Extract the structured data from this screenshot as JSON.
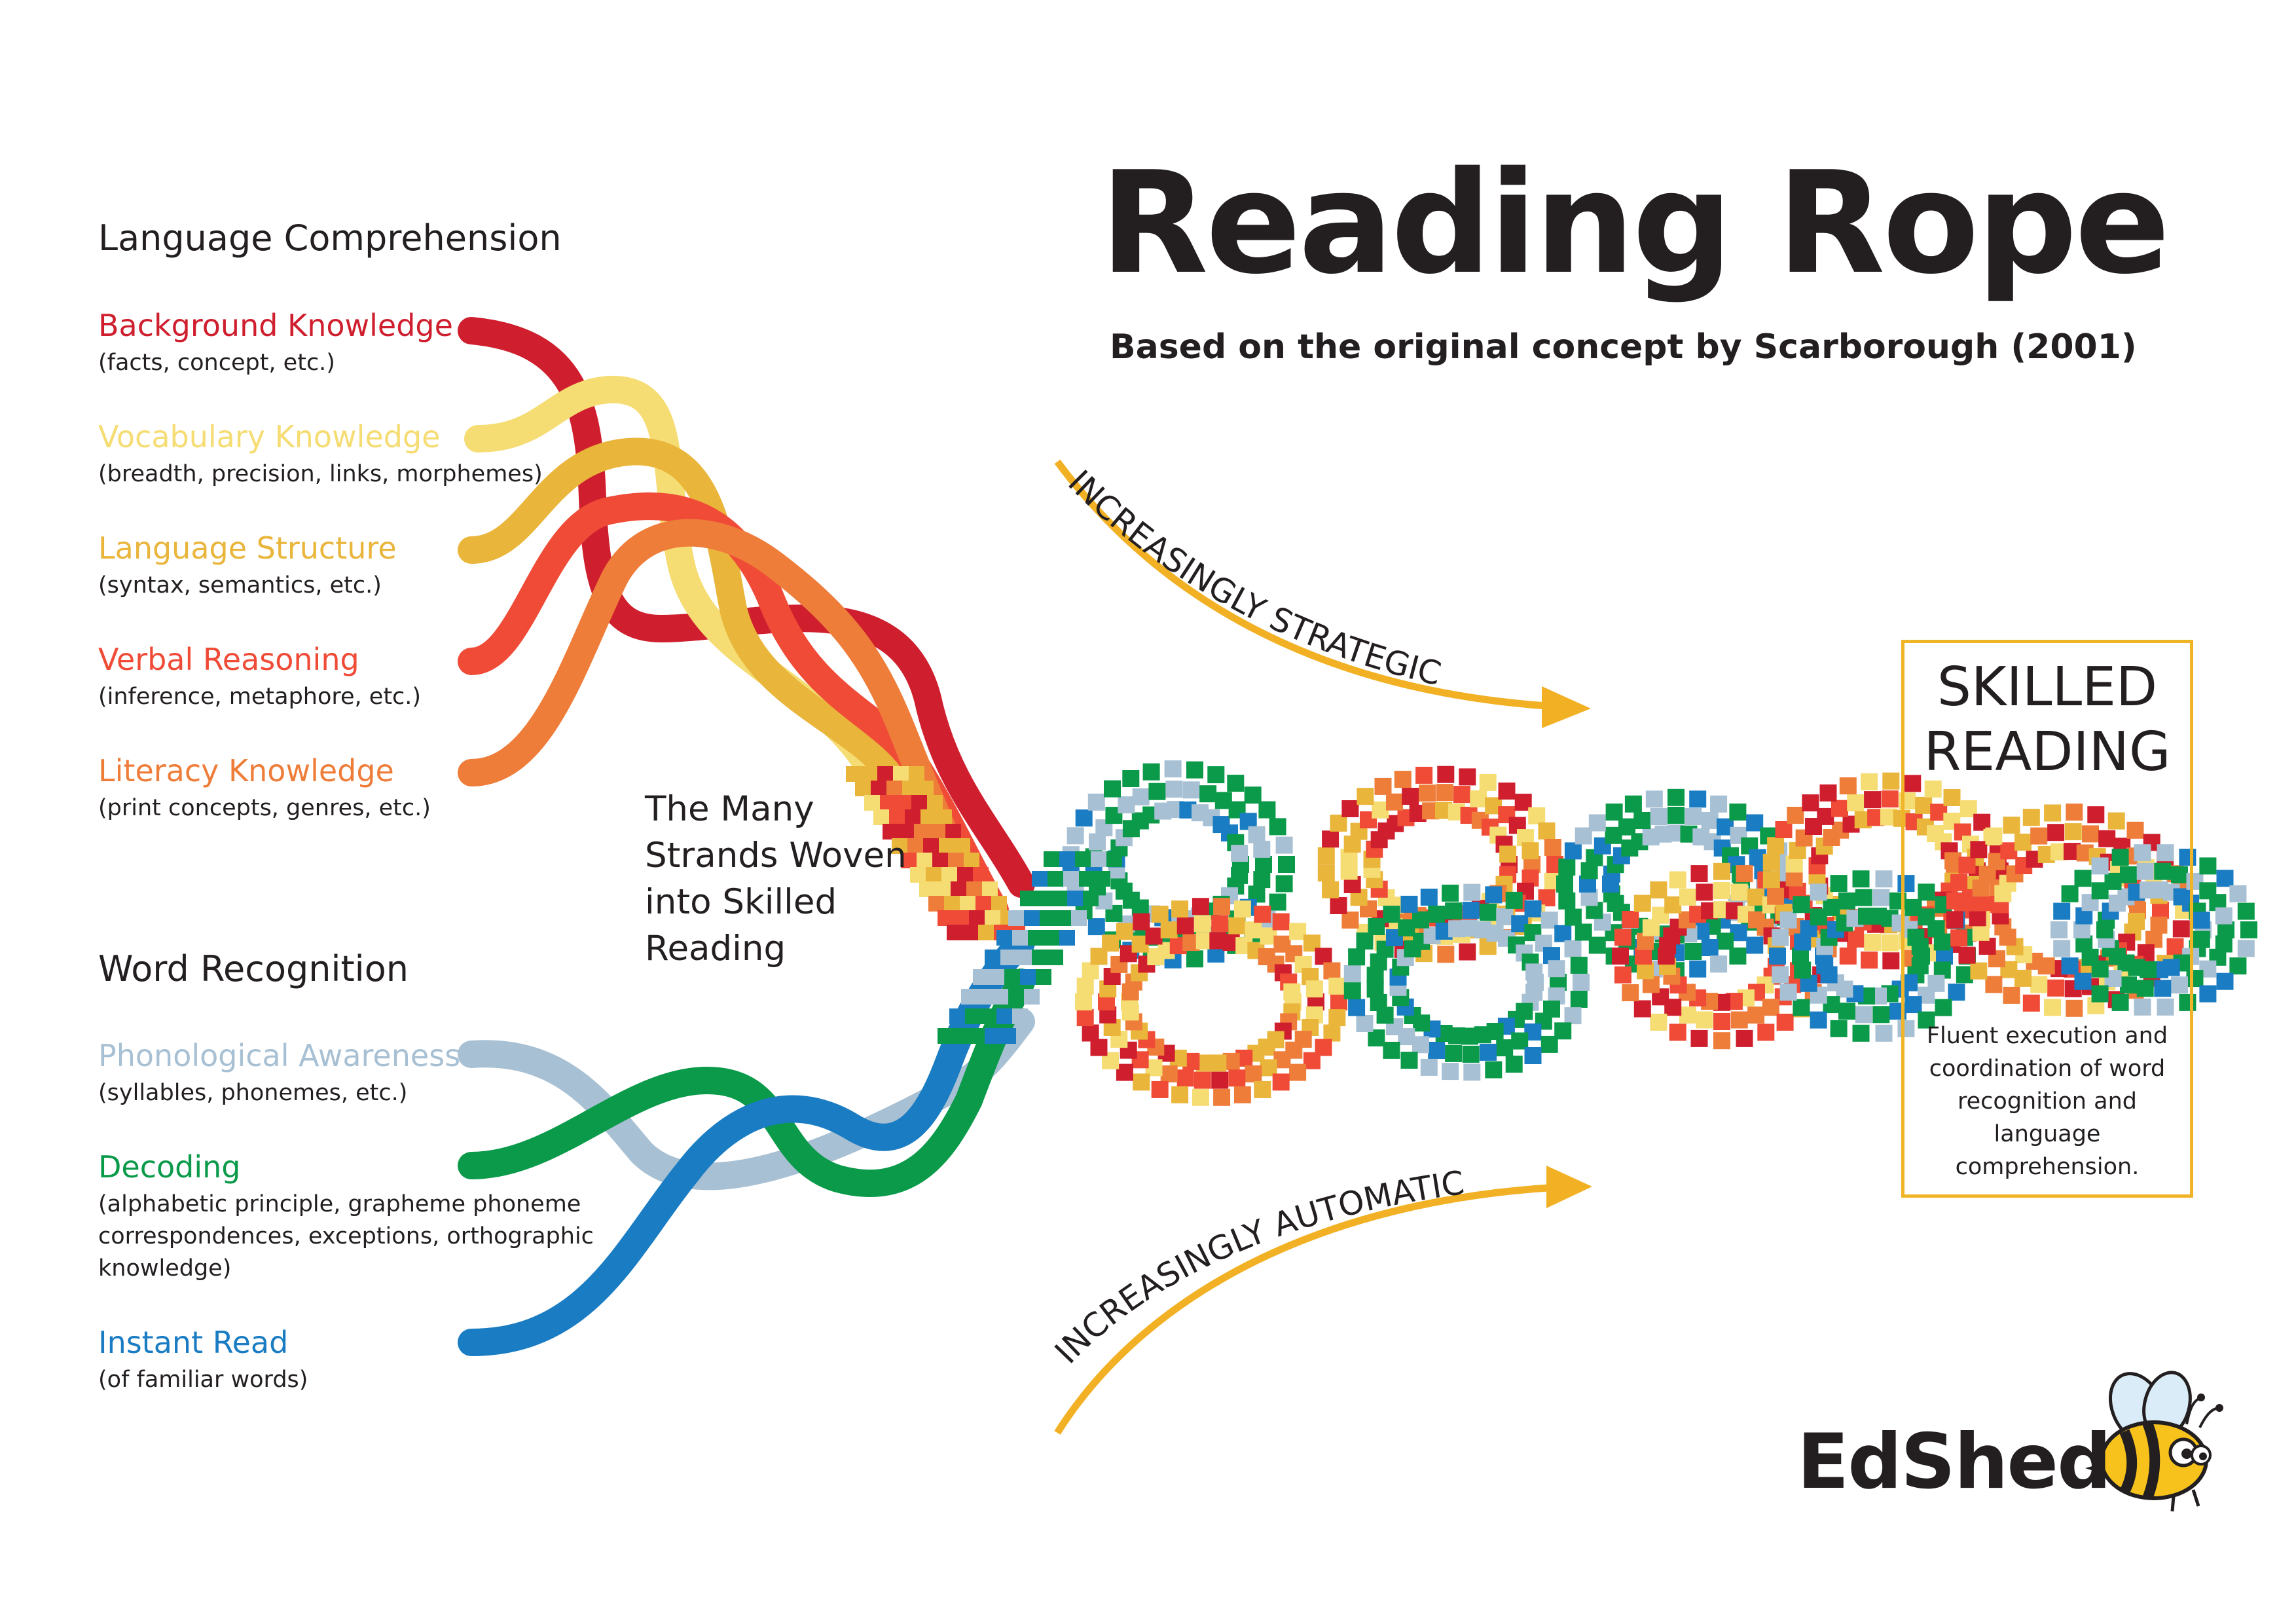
{
  "title": "Reading Rope",
  "subtitle": "Based on the original concept by Scarborough (2001)",
  "language_comprehension": {
    "heading": "Language Comprehension",
    "strands": [
      {
        "label": "Background Knowledge",
        "desc": "(facts, concept, etc.)",
        "color": "#cf1f2e"
      },
      {
        "label": "Vocabulary Knowledge",
        "desc": "(breadth, precision, links, morphemes)",
        "color": "#f5dc73"
      },
      {
        "label": "Language Structure",
        "desc": "(syntax, semantics, etc.)",
        "color": "#e9b53a"
      },
      {
        "label": "Verbal Reasoning",
        "desc": "(inference, metaphore, etc.)",
        "color": "#ef4b37"
      },
      {
        "label": "Literacy Knowledge",
        "desc": "(print concepts, genres, etc.)",
        "color": "#ee7d3a"
      }
    ]
  },
  "word_recognition": {
    "heading": "Word Recognition",
    "strands": [
      {
        "label": "Phonological Awareness",
        "desc": "(syllables, phonemes, etc.)",
        "color": "#a7c0d3"
      },
      {
        "label": "Decoding",
        "desc_lines": [
          "(alphabetic principle, grapheme phoneme",
          "correspondences, exceptions, orthographic",
          "knowledge)"
        ],
        "color": "#0a9a4a"
      },
      {
        "label": "Instant Read",
        "desc": "(of familiar words)",
        "color": "#1a7cc2"
      }
    ]
  },
  "many_strands_text": "The Many Strands Woven into Skilled Reading",
  "arrows": {
    "strategic": "INCREASINGLY STRATEGIC",
    "automatic": "INCREASINGLY AUTOMATIC",
    "color": "#f2b124"
  },
  "skilled_reading": {
    "title": "SKILLED READING",
    "desc": "Fluent execution and coordination of word recognition and language comprehension.",
    "border_color": "#f0b429"
  },
  "logo": {
    "text": "EdShed",
    "icon": "bee-icon"
  }
}
